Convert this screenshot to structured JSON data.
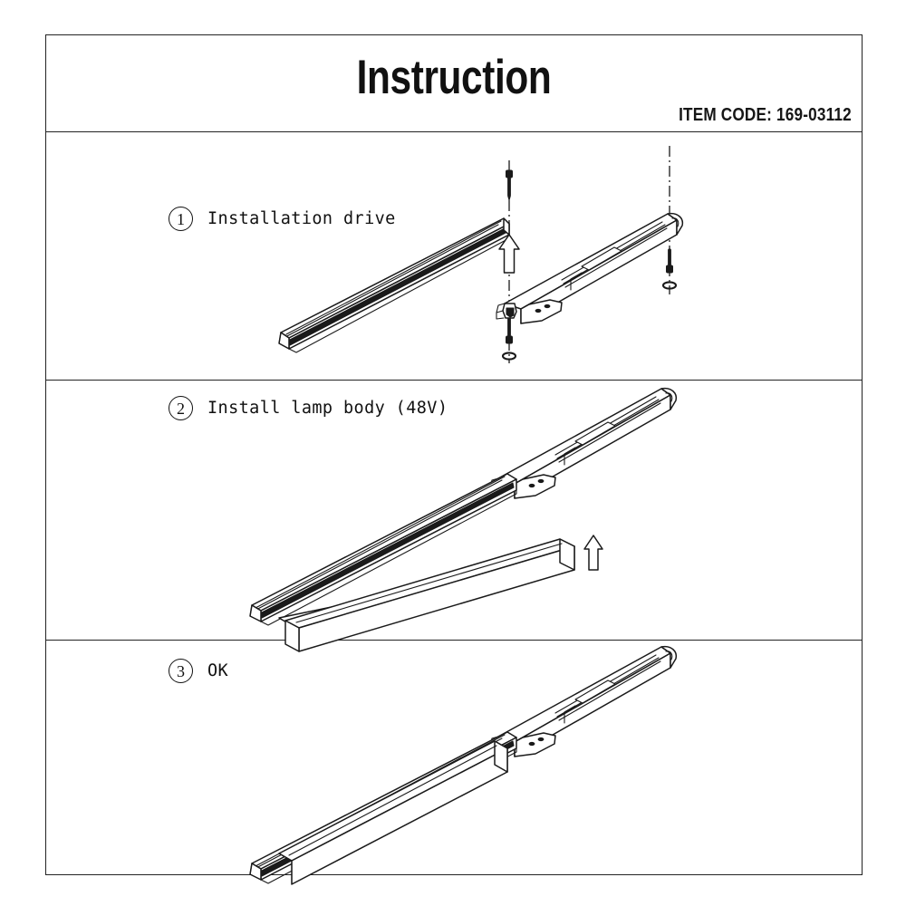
{
  "document": {
    "title": "Instruction",
    "item_code_label": "ITEM CODE: 169-03112"
  },
  "steps": [
    {
      "number": "①",
      "number_plain": "1",
      "label": "Installation drive",
      "figure_name": "step1-track-and-driver-exploded",
      "parts": [
        "track rail",
        "driver module",
        "mounting screws",
        "insertion arrow"
      ]
    },
    {
      "number": "②",
      "number_plain": "2",
      "label": "Install lamp body (48V)",
      "figure_name": "step2-track-with-driver-and-lamp-body",
      "parts": [
        "track rail with driver installed",
        "lamp body",
        "insertion arrow"
      ]
    },
    {
      "number": "③",
      "number_plain": "3",
      "label": "OK",
      "figure_name": "step3-completed-assembly",
      "parts": [
        "track rail with driver and lamp body installed"
      ]
    }
  ],
  "colors": {
    "line": "#1a1a1a",
    "frame": "#232323",
    "background": "#ffffff"
  }
}
